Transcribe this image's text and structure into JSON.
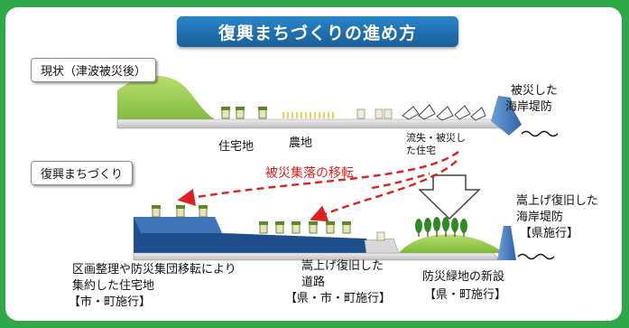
{
  "title": "復興まちづくりの進め方",
  "before_label": "現状（津波被災後）",
  "after_label": "復興まちづくり",
  "before": {
    "residential": "住宅地",
    "farmland": "農地",
    "washed_away_line1": "流失・被災し",
    "washed_away_line2": "た住宅",
    "damaged_levee_line1": "被災した",
    "damaged_levee_line2": "海岸堤防"
  },
  "relocation_arrow_label": "被災集落の移転",
  "after": {
    "raised_levee_line1": "嵩上げ復旧した",
    "raised_levee_line2": "海岸堤防",
    "raised_levee_line3": "【県施行】",
    "housing_line1": "区画整理や防災集団移転により",
    "housing_line2": "集約した住宅地",
    "housing_line3": "【市・町施行】",
    "road_line1": "嵩上げ復旧した",
    "road_line2": "道路",
    "road_line3": "【県・市・町施行】",
    "greenbelt_line1": "防災緑地の新設",
    "greenbelt_line2": "【県・町施行】"
  },
  "colors": {
    "background": "#2fa84a",
    "title_bar": "#1f6fb0",
    "hill": "#8cc63f",
    "ground": "#1f4e8c",
    "levee": "#4a7ec0",
    "arrow": "#e02020"
  }
}
